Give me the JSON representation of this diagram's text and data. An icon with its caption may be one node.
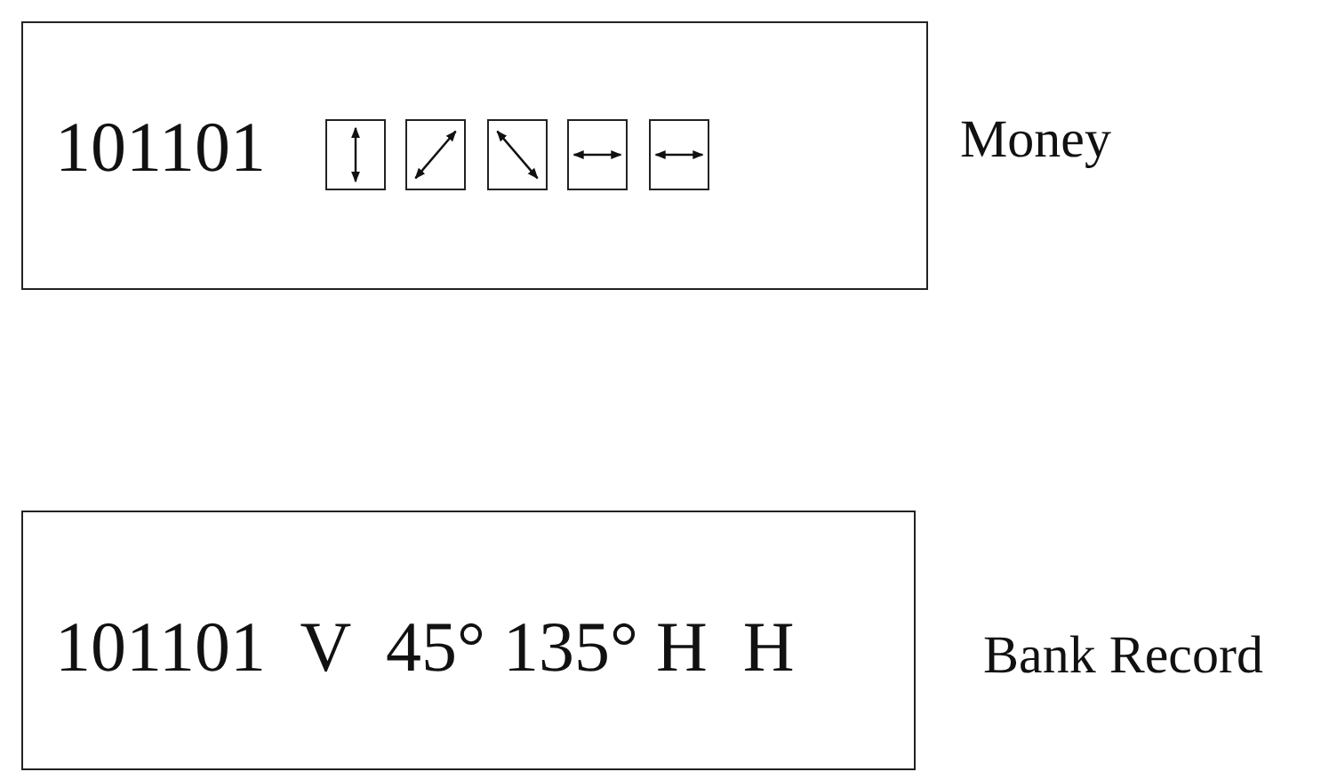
{
  "diagram": {
    "nodes": [
      {
        "text": [
          "101101"
        ],
        "beside": [
          "Money"
        ]
      },
      {
        "text": [],
        "shape": "box",
        "in": 0
      },
      {
        "text": [],
        "shape": "box",
        "in": 0
      },
      {
        "text": [],
        "shape": "box",
        "in": 0
      },
      {
        "text": [],
        "shape": "box",
        "in": 0
      },
      {
        "text": [],
        "shape": "box",
        "in": 0
      },
      {
        "text": [
          "101101  V  45° 135° H  H"
        ],
        "beside": [
          "Bank Record"
        ]
      }
    ]
  }
}
